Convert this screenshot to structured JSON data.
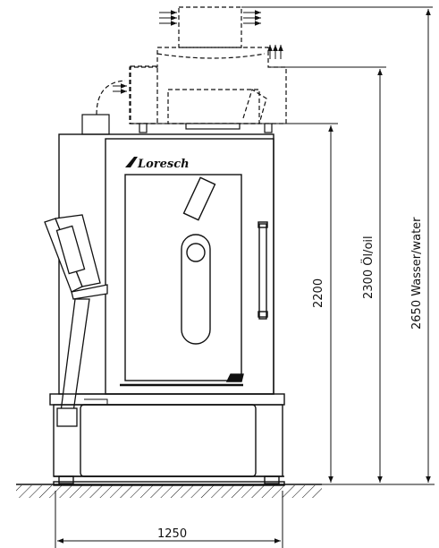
{
  "dimensions": {
    "width": "1250",
    "height_base": "2200",
    "height_oil": "2300 Öl/oil",
    "height_water": "2650 Wasser/water"
  },
  "brand": {
    "logo_text": "Loresch"
  },
  "colors": {
    "line": "#111111",
    "background": "#ffffff"
  },
  "icons": {
    "airflow": "triple-arrow-icon",
    "dimension_arrow": "arrowhead-icon"
  }
}
